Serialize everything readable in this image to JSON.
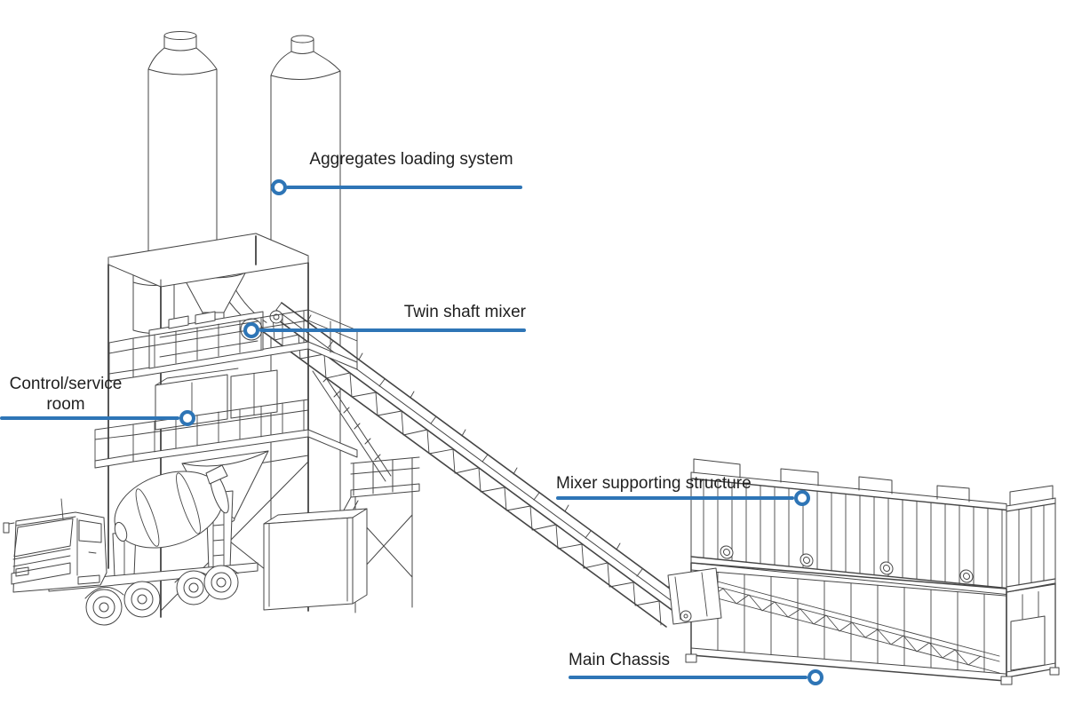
{
  "figure": {
    "type": "technical-line-diagram",
    "subject": "Concrete batching plant component diagram"
  },
  "colors": {
    "background": "#ffffff",
    "callout_accent": "#2e75b6",
    "drawing_stroke": "#454545",
    "label_text": "#1f1f1f"
  },
  "callouts": [
    {
      "id": "aggregates-loading-system",
      "label": "Aggregates loading system"
    },
    {
      "id": "twin-shaft-mixer",
      "label": "Twin shaft mixer"
    },
    {
      "id": "control-service-room",
      "label": "Control/service room"
    },
    {
      "id": "mixer-supporting-structure",
      "label": "Mixer supporting structure"
    },
    {
      "id": "main-chassis",
      "label": "Main Chassis"
    }
  ]
}
